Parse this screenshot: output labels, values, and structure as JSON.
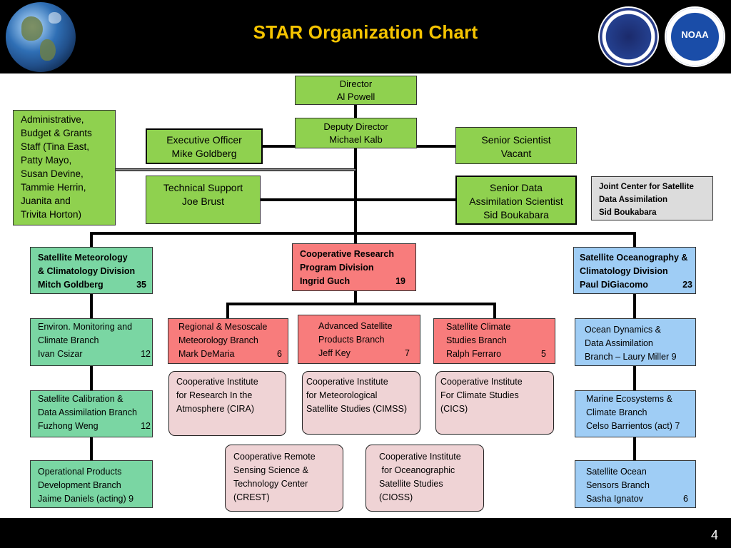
{
  "header": {
    "title": "STAR Organization Chart"
  },
  "logos": {
    "noaa_text": "NOAA"
  },
  "footer": {
    "page_number": "4"
  },
  "director": {
    "title": "Director",
    "name": "Al Powell"
  },
  "deputy": {
    "title": "Deputy Director",
    "name": "Michael Kalb"
  },
  "admin": {
    "lines": [
      "Administrative,",
      "Budget & Grants",
      "Staff (Tina East,",
      "Patty Mayo,",
      "Susan Devine,",
      "Tammie Herrin,",
      "Juanita   and",
      "Trivita Horton)"
    ]
  },
  "exec_officer": {
    "title": "Executive Officer",
    "name": "Mike Goldberg"
  },
  "tech_support": {
    "title": "Technical Support",
    "name": "Joe Brust"
  },
  "senior_scientist": {
    "title": "Senior Scientist",
    "name": "Vacant"
  },
  "senior_data": {
    "title1": "Senior Data",
    "title2": "Assimilation Scientist",
    "name": "Sid Boukabara"
  },
  "jcsda": {
    "line1": "Joint Center for Satellite",
    "line2": "Data Assimilation",
    "name": "Sid Boukabara"
  },
  "smcd": {
    "line1": "Satellite Meteorology",
    "line2": "& Climatology Division",
    "name": "Mitch Goldberg",
    "count": "35"
  },
  "crpd": {
    "line1": "Cooperative Research",
    "line2": "Program Division",
    "name": "Ingrid Guch",
    "count": "19"
  },
  "socd": {
    "line1": "Satellite Oceanography &",
    "line2": "Climatology Division",
    "name": "Paul DiGiacomo",
    "count": "23"
  },
  "smcd_branches": [
    {
      "line1": "Environ. Monitoring and",
      "line2": "Climate Branch",
      "name": "Ivan Csizar",
      "count": "12"
    },
    {
      "line1": "Satellite Calibration &",
      "line2": "Data Assimilation Branch",
      "name": "Fuzhong Weng",
      "count": "12"
    },
    {
      "line1": "Operational Products",
      "line2": "Development Branch",
      "name": "Jaime Daniels (acting)",
      "count": "9"
    }
  ],
  "crpd_branches": [
    {
      "line1": "Regional & Mesoscale",
      "line2": "Meteorology Branch",
      "name": "Mark DeMaria",
      "count": "6"
    },
    {
      "line1": "Advanced Satellite",
      "line2": "Products Branch",
      "name": "Jeff Key",
      "count": "7"
    },
    {
      "line1": "Satellite Climate",
      "line2": "Studies Branch",
      "name": "Ralph Ferraro",
      "count": "5"
    }
  ],
  "socd_branches": [
    {
      "line1": "Ocean Dynamics &",
      "line2": "Data Assimilation",
      "line3": "Branch – Laury Miller 9"
    },
    {
      "line1": "Marine Ecosystems &",
      "line2": "Climate Branch",
      "line3": "Celso Barrientos (act) 7"
    },
    {
      "line1": "Satellite Ocean",
      "line2": "Sensors Branch",
      "name": "Sasha Ignatov",
      "count": "6"
    }
  ],
  "institutes": [
    {
      "line1": "Cooperative Institute",
      "line2": "for Research In the",
      "line3": "Atmosphere (CIRA)"
    },
    {
      "line1": "Cooperative Institute",
      "line2": "for Meteorological",
      "line3": "Satellite Studies (CIMSS)"
    },
    {
      "line1": "Cooperative Institute",
      "line2": "For Climate Studies",
      "line3": "(CICS)"
    },
    {
      "line1": "Cooperative Remote",
      "line2": "Sensing Science &",
      "line3": "Technology Center",
      "line4": "(CREST)"
    },
    {
      "line1": "Cooperative Institute",
      "line2": " for Oceanographic",
      "line3": "Satellite Studies",
      "line4": "(CIOSS)"
    }
  ]
}
